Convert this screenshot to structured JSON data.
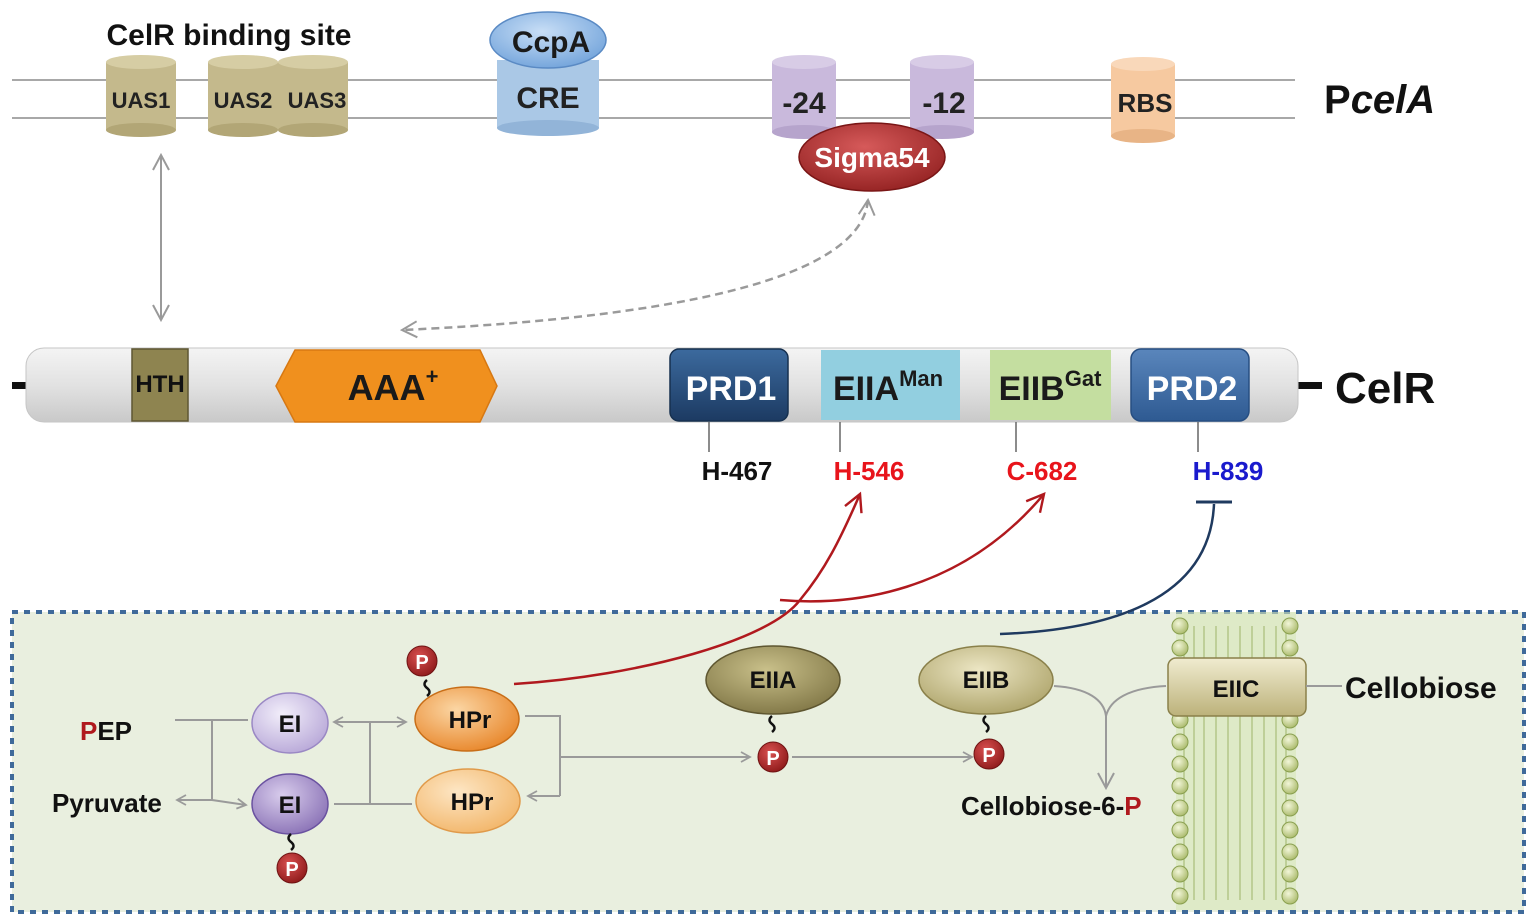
{
  "promoter": {
    "binding_site_title": "CelR binding site",
    "uas": [
      "UAS1",
      "UAS2",
      "UAS3"
    ],
    "ccpa": "CcpA",
    "cre": "CRE",
    "minus24": "-24",
    "minus12": "-12",
    "sigma": "Sigma54",
    "rbs": "RBS",
    "label_prefix": "P",
    "label_italic": "celA"
  },
  "celr": {
    "label": "CelR",
    "hth": "HTH",
    "aaa": "AAA",
    "aaa_sup": "+",
    "prd1": "PRD1",
    "eiia": "EIIA",
    "eiia_sup": "Man",
    "eiib": "EIIB",
    "eiib_sup": "Gat",
    "prd2": "PRD2",
    "sites": [
      "H-467",
      "H-546",
      "C-682",
      "H-839"
    ]
  },
  "pts": {
    "pep_p": "P",
    "pep_rest": "EP",
    "pyruvate": "Pyruvate",
    "ei": "EI",
    "hpr": "HPr",
    "eiia": "EIIA",
    "eiib": "EIIB",
    "eiic": "EIIC",
    "phospho": "P",
    "cellobiose": "Cellobiose",
    "cellobiose6p_prefix": "Cellobiose-6-",
    "cellobiose6p_p": "P"
  },
  "colors": {
    "red": "#e8141b",
    "blue": "#1a1acd",
    "dark_red_arrow": "#b0191e",
    "navy_inhibit": "#1f3a5f",
    "uas": "#c4b98c",
    "ccpa": "#8fb8e6",
    "cre": "#aac8e6",
    "promoter_box": "#c9b9dc",
    "sigma": "#b02a2a",
    "rbs": "#f6c9a0",
    "hth": "#8e8450",
    "aaa": "#f0901e",
    "prd": "#264a78",
    "eiia_domain": "#92cfe0",
    "eiib_domain": "#c4dea0",
    "panel_bg": "#e9efdf",
    "panel_border": "#3f6a9a"
  }
}
